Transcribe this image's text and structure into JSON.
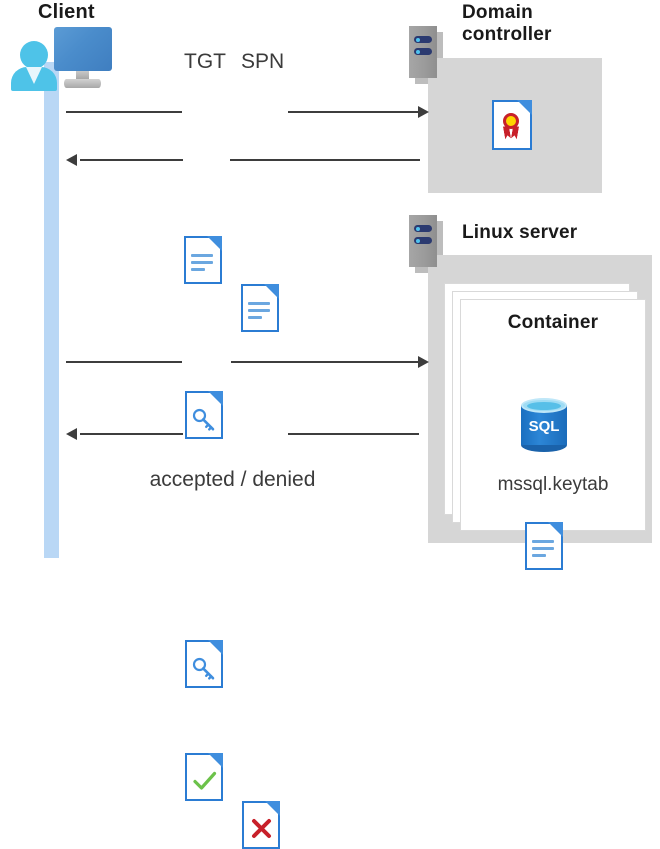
{
  "diagram": {
    "title": "Kerberos authentication flow between Client, Domain controller and Linux server container",
    "background": "#ffffff",
    "accent_blue": "#2b7cd3",
    "lifeline_blue": "#b9d7f5",
    "gray_panel": "#d6d6d6",
    "arrow_color": "#3d3d3d",
    "accept_green": "#6cc24a",
    "deny_red": "#c8202a"
  },
  "client": {
    "label": "Client",
    "icon": "client-workstation-icon",
    "lifeline": "client-lifeline"
  },
  "domain_controller": {
    "label_line1": "Domain",
    "label_line2": "controller",
    "server_icon": "server-rack-icon",
    "content_icon": "certificate-document-icon"
  },
  "linux_server": {
    "label": "Linux server",
    "server_icon": "server-rack-icon",
    "container": {
      "label": "Container",
      "database_icon": "sql-database-icon",
      "database_text": "SQL",
      "keytab_icon": "document-icon",
      "keytab_label": "mssql.keytab"
    }
  },
  "messages": [
    {
      "id": "request-tgt-spn",
      "direction": "right",
      "from": "client",
      "to": "domain_controller",
      "labels": [
        "TGT",
        "SPN"
      ],
      "icons": [
        "document-icon",
        "document-icon"
      ]
    },
    {
      "id": "issue-ticket",
      "direction": "left",
      "from": "domain_controller",
      "to": "client",
      "labels": [],
      "icons": [
        "key-document-icon"
      ]
    },
    {
      "id": "present-ticket",
      "direction": "right",
      "from": "client",
      "to": "linux_server",
      "labels": [],
      "icons": [
        "key-document-icon"
      ]
    },
    {
      "id": "auth-result",
      "direction": "left",
      "from": "linux_server",
      "to": "client",
      "labels": [
        "accepted / denied"
      ],
      "icons": [
        "accepted-document-icon",
        "denied-document-icon"
      ]
    }
  ],
  "labels": {
    "tgt": "TGT",
    "spn": "SPN",
    "accepted_denied": "accepted / denied"
  }
}
